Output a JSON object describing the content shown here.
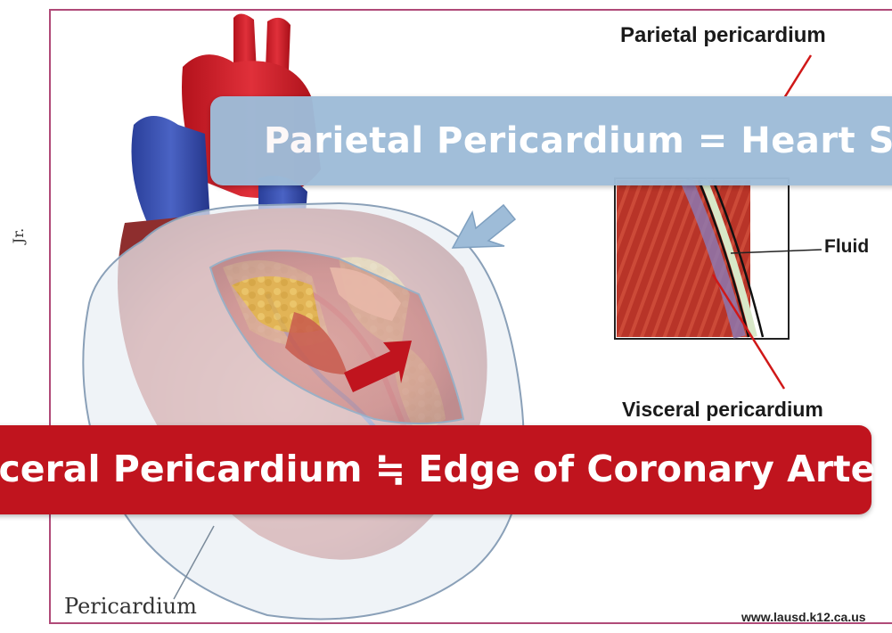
{
  "labels": {
    "parietal": "Parietal pericardium",
    "fluid": "Fluid",
    "visceral": "Visceral pericardium",
    "pericardium": "Pericardium",
    "side": "Jr.",
    "source": "www.lausd.k12.ca.us"
  },
  "banners": {
    "parietal": "Parietal Pericardium = Heart Shade",
    "visceral": "isceral Pericardium ≒ Edge of Coronary Artery"
  },
  "colors": {
    "parietal_banner": "#9ebcd8",
    "visceral_banner": "#c0141e",
    "frame": "#b04a78",
    "pointer_arrow_blue": "#9ebcd8",
    "pointer_arrow_red": "#c0141e"
  }
}
